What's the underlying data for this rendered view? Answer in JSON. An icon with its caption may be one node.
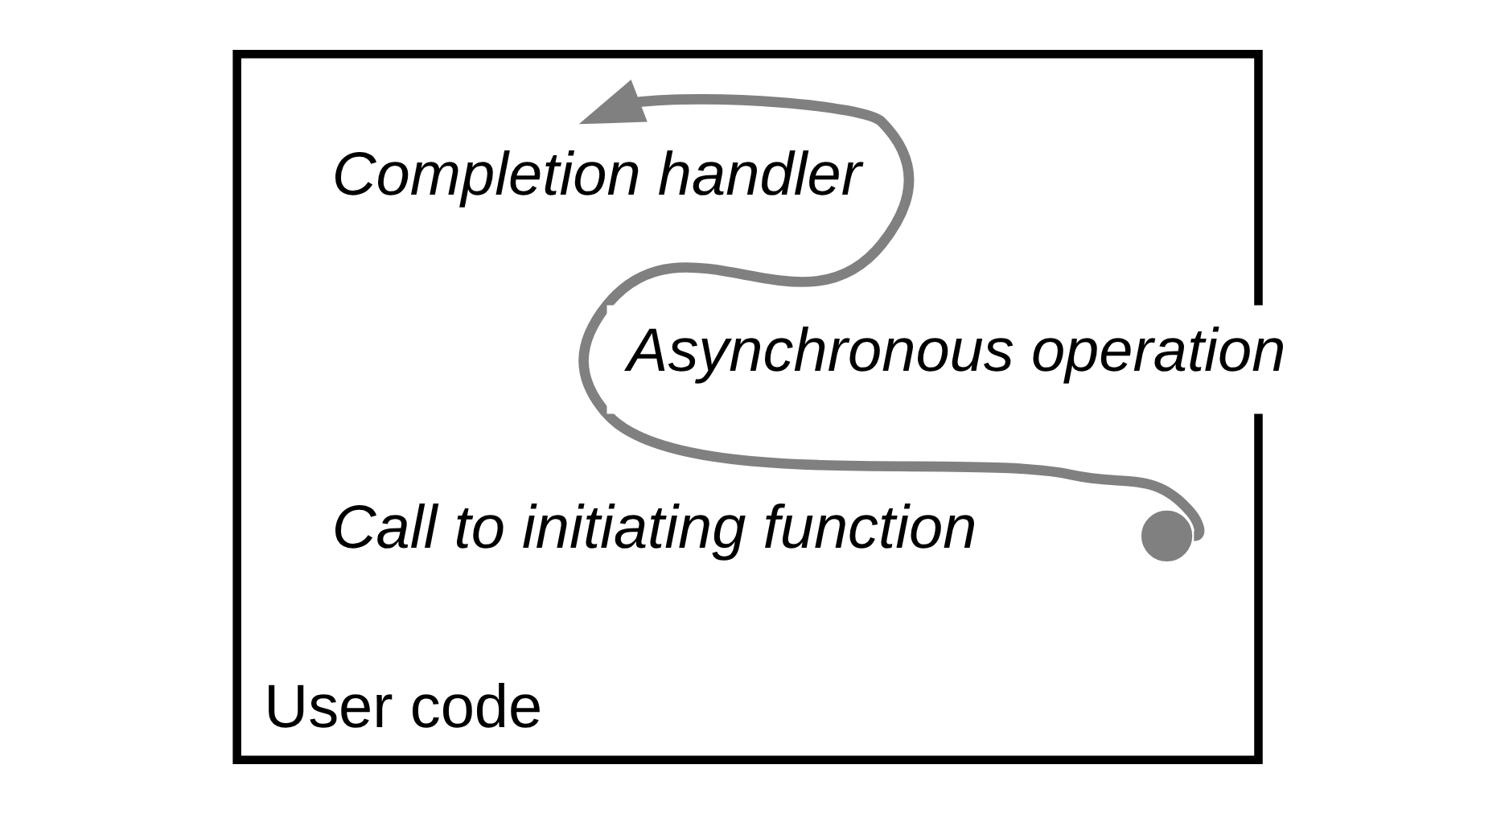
{
  "diagram": {
    "nodes": [
      {
        "text": [
          "User code"
        ]
      },
      {
        "text": [
          "Completion handler"
        ],
        "in": 0
      },
      {
        "text": [],
        "shape": "circle",
        "in": 0
      }
    ],
    "edges": [
      {
        "from": 2,
        "to": 1,
        "arrow": "to",
        "label": "Asynchronous operation"
      }
    ],
    "labels": [
      "Call to initiating function"
    ]
  }
}
